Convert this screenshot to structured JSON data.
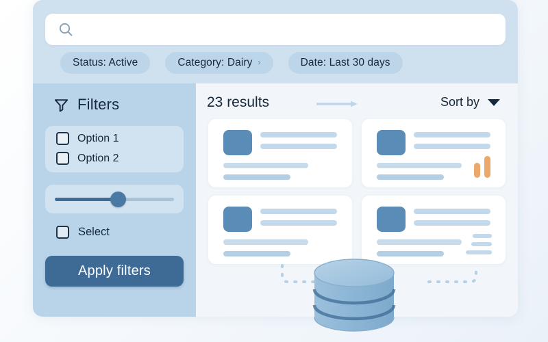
{
  "header": {
    "search": {
      "placeholder": "",
      "value": "",
      "icon": "search-icon"
    },
    "chips": [
      {
        "label": "Status: Active",
        "chevron": ""
      },
      {
        "label": "Category: Dairy",
        "chevron": "›"
      },
      {
        "label": "Date: Last 30 days",
        "chevron": ""
      }
    ]
  },
  "sidebar": {
    "icon": "funnel-icon",
    "title": "Filters",
    "checkboxes": [
      {
        "label": "Option 1",
        "checked": false
      },
      {
        "label": "Option 2",
        "checked": false
      }
    ],
    "slider": {
      "value": 53,
      "min": 0,
      "max": 100
    },
    "select": {
      "label": "Select",
      "checked": false
    },
    "apply_label": "Apply filters"
  },
  "results": {
    "count_label": "23 results",
    "arrow_icon": "arrow-right-icon",
    "sort_label": "Sort by",
    "sort_caret": "chevron-down-icon",
    "cards": [
      {
        "name": "result-card-1",
        "accent": "none"
      },
      {
        "name": "result-card-2",
        "accent": "bars"
      },
      {
        "name": "result-card-3",
        "accent": "none"
      },
      {
        "name": "result-card-4",
        "accent": "minilines"
      }
    ]
  },
  "flow": {
    "left_arrow": "dashed-arrow-right-icon",
    "right_arrow": "dashed-arrow-right-icon",
    "database": "database-cylinder-icon"
  },
  "colors": {
    "page_bg": "#f4f8fc",
    "panel_bg": "#ffffff",
    "header_band": "#cfe0ee",
    "sidebar_bg": "#b9d3e8",
    "results_bg": "#f2f6fa",
    "chip_bg": "#bdd5e8",
    "accent_blue": "#3d6b96",
    "thumb_blue": "#5b8cb8",
    "line_blue": "#c3d9eb",
    "accent_orange": "#eca86a",
    "text_dark": "#16293c",
    "db_top": "#a8c6de",
    "db_body": "#8cb4d4"
  }
}
